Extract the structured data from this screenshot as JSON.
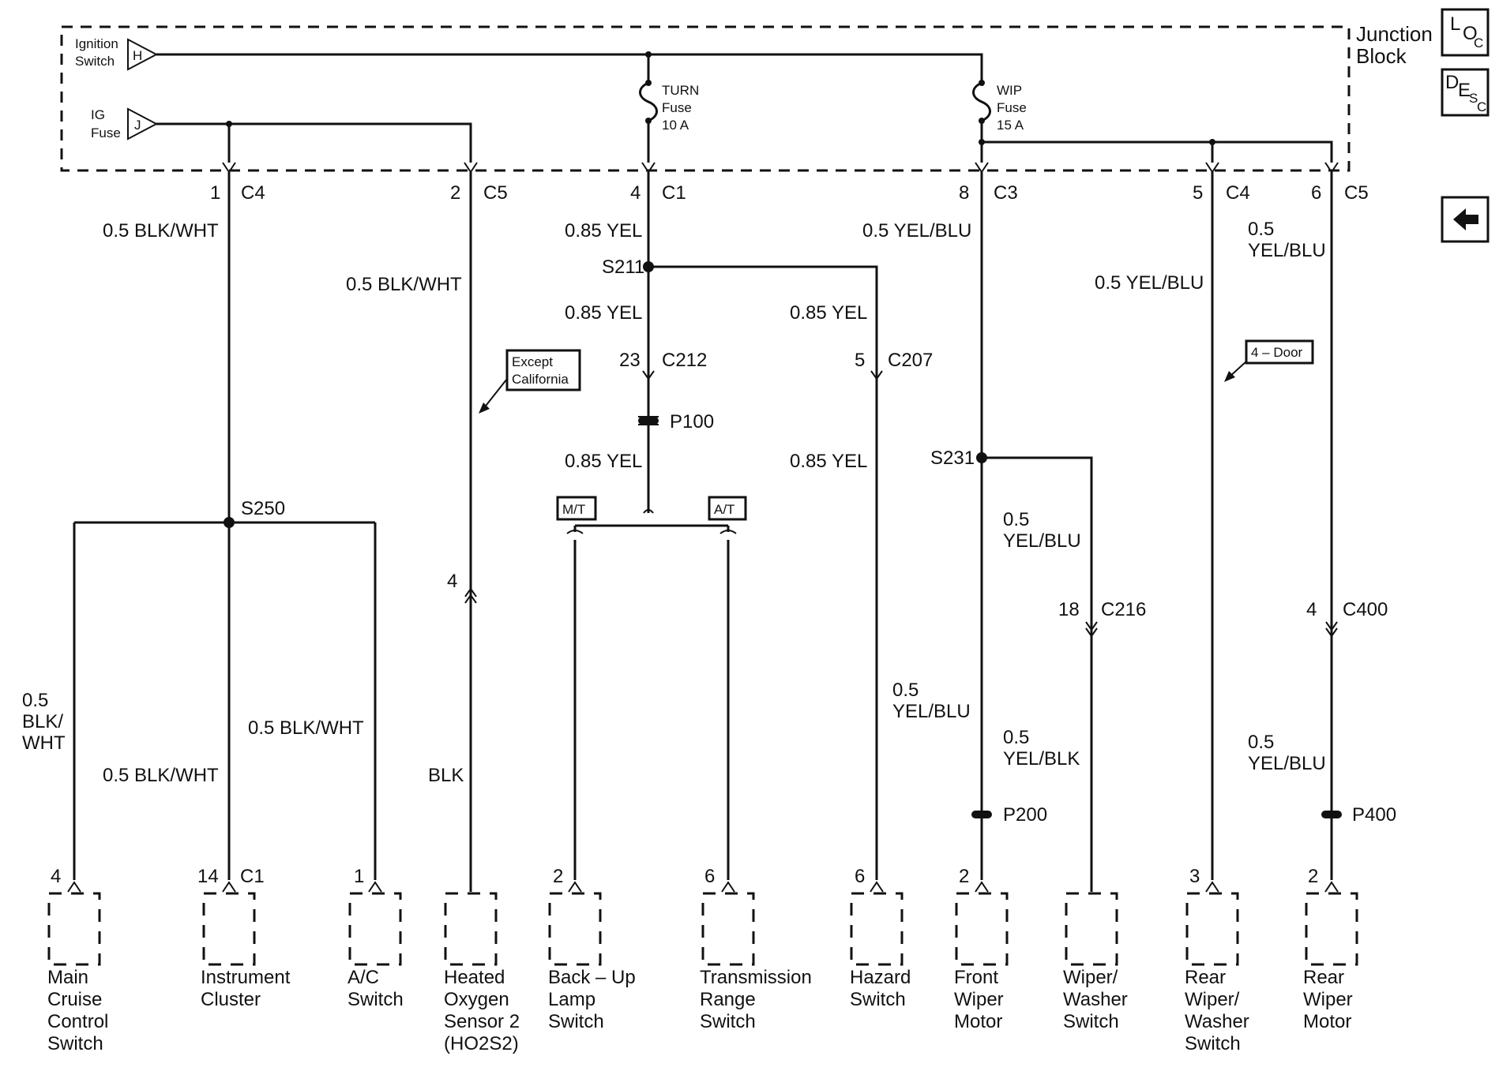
{
  "junction_block": {
    "label_line1": "Junction",
    "label_line2": "Block",
    "sources": [
      {
        "letter": "H",
        "line1": "Ignition",
        "line2": "Switch"
      },
      {
        "letter": "J",
        "line1": "IG",
        "line2": "Fuse"
      }
    ],
    "fuses": [
      {
        "name": "TURN",
        "line2": "Fuse",
        "rating": "10 A"
      },
      {
        "name": "WIP",
        "line2": "Fuse",
        "rating": "15 A"
      }
    ]
  },
  "nav": {
    "loc": {
      "a": "L",
      "b": "O",
      "c": "C"
    },
    "desc": {
      "a": "D",
      "b": "E",
      "c": "S",
      "d": "C"
    },
    "back_icon": "arrow-left-icon"
  },
  "connectors": [
    {
      "pin": "1",
      "name": "C4"
    },
    {
      "pin": "2",
      "name": "C5"
    },
    {
      "pin": "4",
      "name": "C1"
    },
    {
      "pin": "8",
      "name": "C3"
    },
    {
      "pin": "5",
      "name": "C4"
    },
    {
      "pin": "6",
      "name": "C5"
    },
    {
      "pin": "23",
      "name": "C212"
    },
    {
      "pin": "5",
      "name": "C207"
    },
    {
      "pin": "18",
      "name": "C216"
    },
    {
      "pin": "4",
      "name": "C400"
    },
    {
      "pin": "14",
      "name": "C1"
    }
  ],
  "splices": [
    "S211",
    "S250",
    "S231"
  ],
  "inline": [
    "P100",
    "P200",
    "P400"
  ],
  "wires": {
    "w_blkwht": "0.5 BLK/WHT",
    "w_085yel": "0.85 YEL",
    "w_yelblu": "0.5 YEL/BLU",
    "w_05": "0.5",
    "w_yelblu_short": "YEL/BLU",
    "w_yelblk": "YEL/BLK",
    "w_blk_short": "BLK/",
    "w_wht": "WHT",
    "w_blk": "BLK"
  },
  "notes": {
    "except_l1": "Except",
    "except_l2": "California",
    "door": "4 – Door",
    "mt": "M/T",
    "at": "A/T",
    "pin4": "4"
  },
  "components": [
    {
      "pin": "4",
      "lines": [
        "Main",
        "Cruise",
        "Control",
        "Switch"
      ]
    },
    {
      "pin": "14",
      "lines": [
        "Instrument",
        "Cluster"
      ]
    },
    {
      "pin": "1",
      "lines": [
        "A/C",
        "Switch"
      ]
    },
    {
      "pin": "",
      "lines": [
        "Heated",
        "Oxygen",
        "Sensor 2",
        "(HO2S2)"
      ]
    },
    {
      "pin": "2",
      "lines": [
        "Back – Up",
        "Lamp",
        "Switch"
      ]
    },
    {
      "pin": "6",
      "lines": [
        "Transmission",
        "Range",
        "Switch"
      ]
    },
    {
      "pin": "6",
      "lines": [
        "Hazard",
        "Switch"
      ]
    },
    {
      "pin": "2",
      "lines": [
        "Front",
        "Wiper",
        "Motor"
      ]
    },
    {
      "pin": "",
      "lines": [
        "Wiper/",
        "Washer",
        "Switch"
      ]
    },
    {
      "pin": "3",
      "lines": [
        "Rear",
        "Wiper/",
        "Washer",
        "Switch"
      ]
    },
    {
      "pin": "2",
      "lines": [
        "Rear",
        "Wiper",
        "Motor"
      ]
    }
  ]
}
